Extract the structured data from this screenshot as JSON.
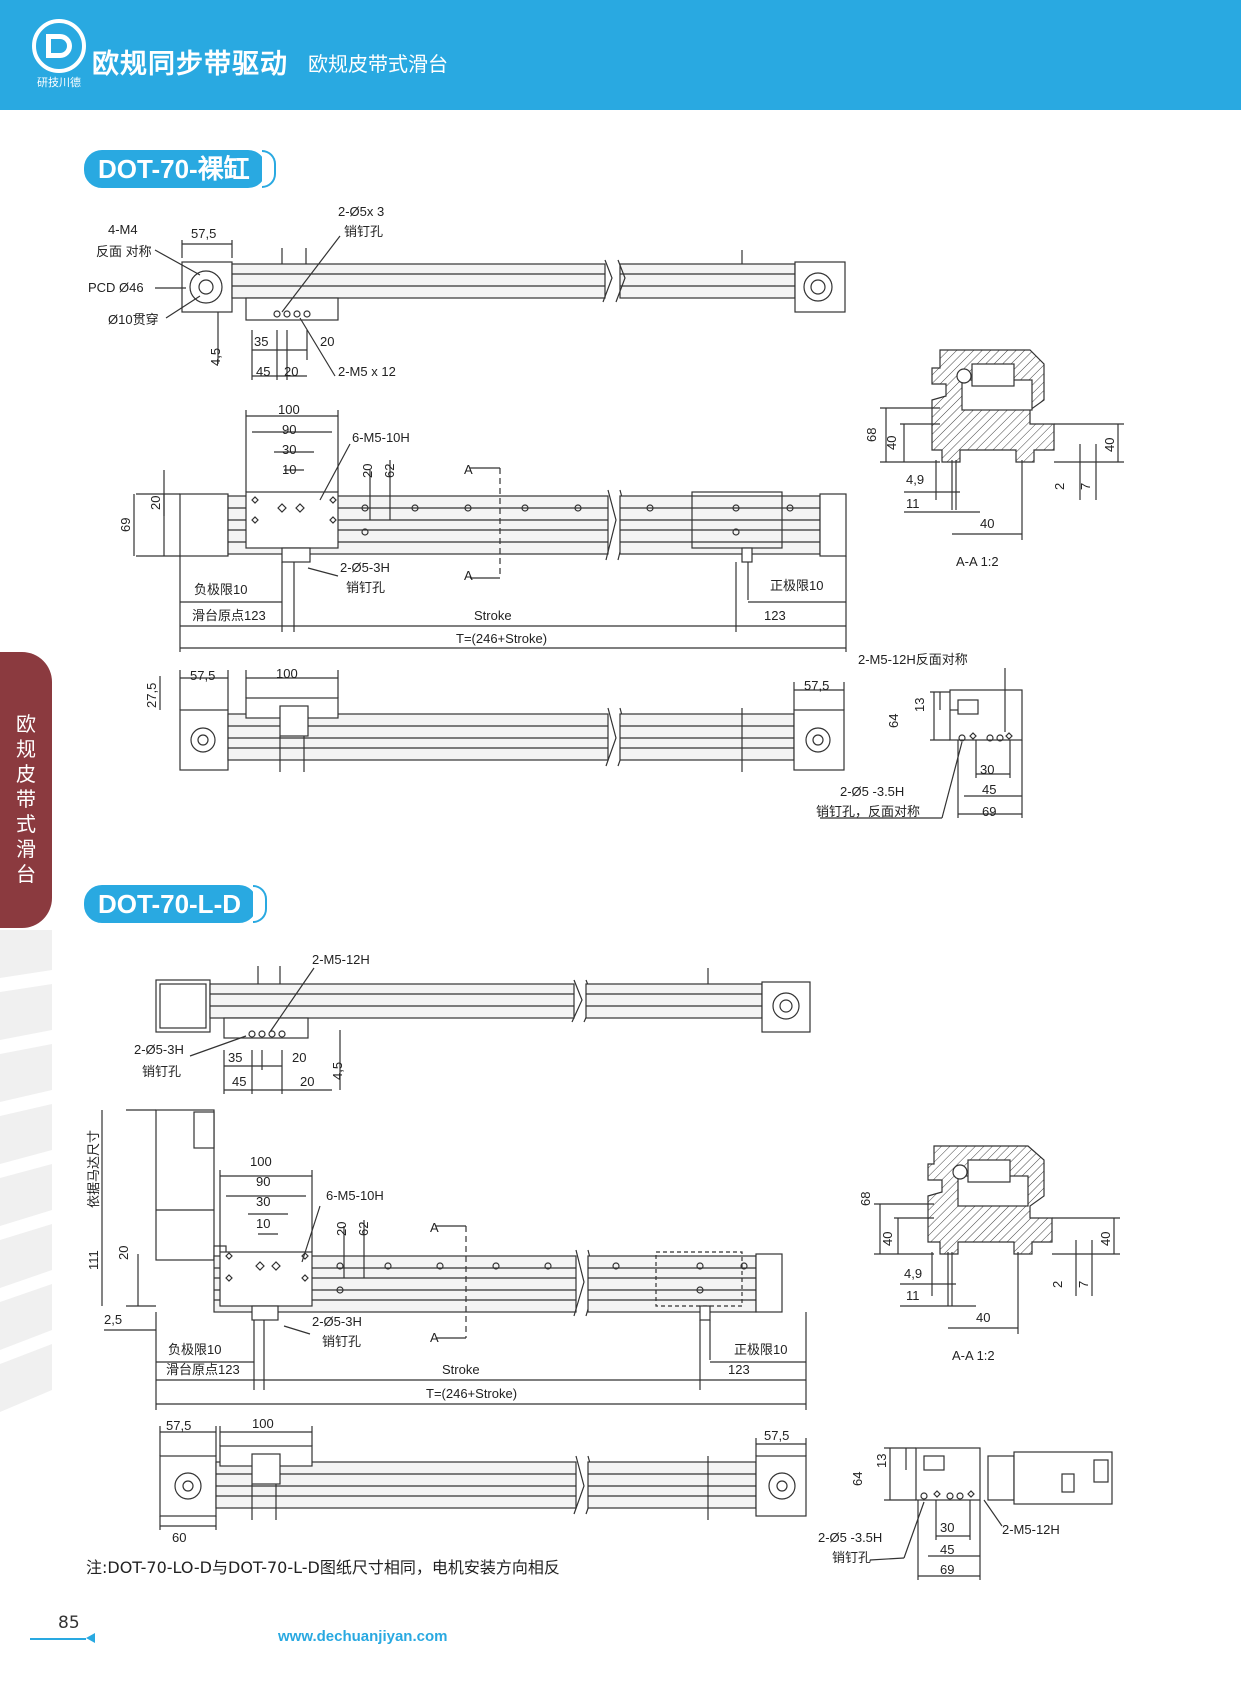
{
  "header": {
    "logo_caption": "研技川德",
    "title": "欧规同步带驱动",
    "subtitle": "欧规皮带式滑台"
  },
  "side_tab": {
    "label": "欧规皮带式滑台"
  },
  "sections": [
    {
      "title": "DOT-70-裸缸"
    },
    {
      "title": "DOT-70-L-D"
    }
  ],
  "s1": {
    "top": {
      "d1": "4-M4",
      "d2": "反面 对称",
      "d3": "57,5",
      "d4": "PCD Ø46",
      "d5": "Ø10贯穿",
      "d6": "2-Ø5x 3",
      "d7": "销钉孔",
      "d8": "4,5",
      "d9": "35",
      "d10": "20",
      "d11": "45",
      "d12": "20",
      "d13": "2-M5 x 12"
    },
    "mid": {
      "d100": "100",
      "d90": "90",
      "d30": "30",
      "d10": "10",
      "m5": "6-M5-10H",
      "v20": "20",
      "v62": "62",
      "A": "A",
      "h69": "69",
      "h20": "20",
      "pin": "2-Ø5-3H",
      "pin2": "销钉孔",
      "neg": "负极限10",
      "pos": "正极限10",
      "home": "滑台原点123",
      "stroke": "Stroke",
      "r123": "123",
      "total": "T=(246+Stroke)"
    },
    "section": {
      "h68": "68",
      "h40": "40",
      "r40": "40",
      "d49": "4,9",
      "d11": "11",
      "d2": "2",
      "d7": "7",
      "b40": "40",
      "caption": "A-A  1:2"
    },
    "bottom": {
      "h275": "27,5",
      "w575": "57,5",
      "w100": "100",
      "r575": "57,5"
    },
    "end": {
      "m5": "2-M5-12H反面对称",
      "h64": "64",
      "h13": "13",
      "w30": "30",
      "w45": "45",
      "w69": "69",
      "pin": "2-Ø5 -3.5H",
      "pin2": "销钉孔，反面对称"
    }
  },
  "s2": {
    "top": {
      "m5": "2-M5-12H",
      "pin": "2-Ø5-3H",
      "pin2": "销钉孔",
      "d35": "35",
      "d20": "20",
      "d45": "45",
      "d20b": "20",
      "d45v": "4,5"
    },
    "mid": {
      "motor": "依据马达尺寸",
      "h111": "111",
      "h20": "20",
      "w25": "2,5",
      "d100": "100",
      "d90": "90",
      "d30": "30",
      "d10": "10",
      "m5": "6-M5-10H",
      "v20": "20",
      "v62": "62",
      "A": "A",
      "pin": "2-Ø5-3H",
      "pin2": "销钉孔",
      "neg": "负极限10",
      "pos": "正极限10",
      "home": "滑台原点123",
      "stroke": "Stroke",
      "r123": "123",
      "total": "T=(246+Stroke)"
    },
    "section": {
      "h68": "68",
      "h40": "40",
      "r40": "40",
      "d49": "4,9",
      "d11": "11",
      "d2": "2",
      "d7": "7",
      "b40": "40",
      "caption": "A-A  1:2"
    },
    "bottom": {
      "w575": "57,5",
      "w100": "100",
      "r575": "57,5",
      "w60": "60"
    },
    "end": {
      "h64": "64",
      "h13": "13",
      "w30": "30",
      "m5": "2-M5-12H",
      "w45": "45",
      "w69": "69",
      "pin": "2-Ø5 -3.5H",
      "pin2": "销钉孔"
    }
  },
  "footer": {
    "note": "注:DOT-70-LO-D与DOT-70-L-D图纸尺寸相同，电机安装方向相反",
    "page_number": "85",
    "website": "www.dechuanjiyan.com"
  },
  "colors": {
    "accent": "#29a9e1",
    "side_tab": "#8b3a3f"
  }
}
